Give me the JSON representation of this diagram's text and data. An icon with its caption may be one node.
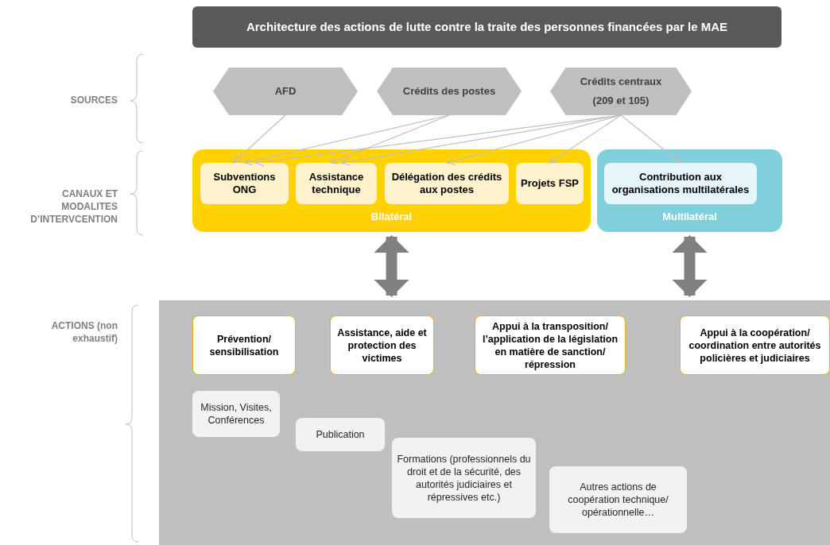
{
  "diagram": {
    "title": "Architecture des actions de lutte contre la traite des personnes financées par le MAE",
    "nodes": [
      {
        "text": [
          "AFD"
        ]
      },
      {
        "text": [
          "Crédits des postes"
        ]
      },
      {
        "text": [
          "Crédits centraux",
          "(209 et 105)"
        ]
      },
      {
        "text": [
          "Bilatéral"
        ]
      },
      {
        "text": [
          "Subventions ONG"
        ],
        "in": 3
      },
      {
        "text": [
          "Assistance technique"
        ],
        "in": 3
      },
      {
        "text": [
          "Délégation des crédits aux postes"
        ],
        "in": 3
      },
      {
        "text": [
          "Projets FSP"
        ],
        "in": 3
      },
      {
        "text": [
          "Multilatéral"
        ]
      },
      {
        "text": [
          "Contribution aux organisations multilatérales"
        ],
        "in": 8
      },
      {
        "text": [],
        "shape": "box"
      },
      {
        "text": [
          "Prévention/ sensibilisation"
        ],
        "in": 10
      },
      {
        "text": [
          "Assistance, aide et protection des victimes"
        ],
        "in": 10
      },
      {
        "text": [
          "Appui à la transposition/ l’application de la législation en matière de sanction/ répression"
        ],
        "in": 10
      },
      {
        "text": [
          "Appui à la coopération/ coordination entre autorités policières et judiciaires"
        ],
        "in": 10
      },
      {
        "text": [
          "Mission, Visites, Conférences"
        ],
        "in": 10
      },
      {
        "text": [
          "Publication"
        ],
        "in": 10
      },
      {
        "text": [
          "Formations (professionnels du droit et de la sécurité, des autorités judiciaires et répressives etc.)"
        ],
        "in": 10
      },
      {
        "text": [
          "Autres actions de coopération technique/ opérationnelle…"
        ],
        "in": 10
      }
    ],
    "edges": [
      {
        "from": 0,
        "to": 4,
        "arrow": "to"
      },
      {
        "from": 1,
        "to": 4,
        "arrow": "to"
      },
      {
        "from": 1,
        "to": 5,
        "arrow": "to"
      },
      {
        "from": 2,
        "to": 4,
        "arrow": "to"
      },
      {
        "from": 2,
        "to": 5,
        "arrow": "to"
      },
      {
        "from": 2,
        "to": 6,
        "arrow": "to"
      },
      {
        "from": 2,
        "to": 7,
        "arrow": "to"
      },
      {
        "from": 2,
        "to": 9,
        "arrow": "to"
      },
      {
        "from": 3,
        "to": 10,
        "arrow": "both",
        "style": "thick",
        "color": "#808080"
      },
      {
        "from": 8,
        "to": 10,
        "arrow": "both",
        "style": "thick",
        "color": "#808080"
      }
    ],
    "labels": [
      "SOURCES",
      "CANAUX ET MODALITES D’INTERVCENTION",
      "ACTIONS (non exhaustif)"
    ]
  }
}
